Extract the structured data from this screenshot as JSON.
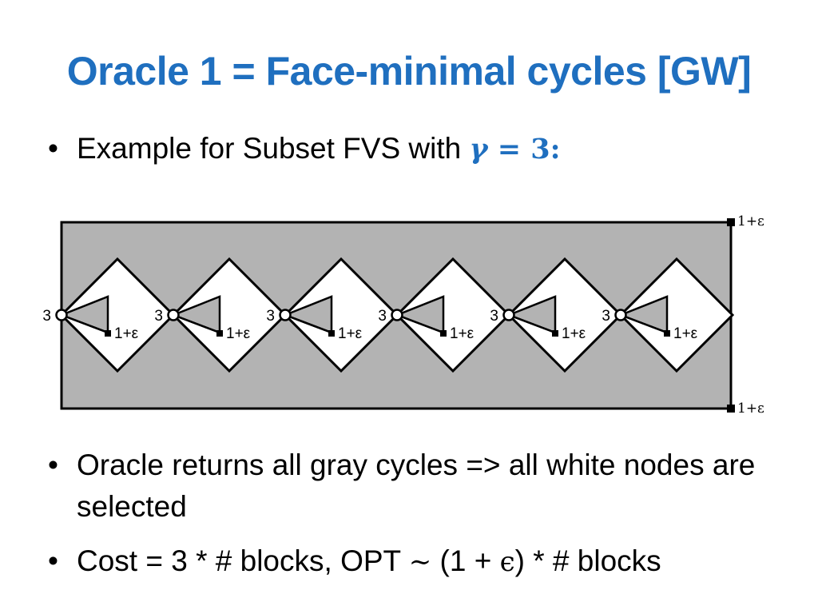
{
  "title": "Oracle 1 = Face-minimal cycles [GW]",
  "bullet_marker": "•",
  "bullet1": {
    "text": "Example for Subset FVS with ",
    "math_var": "γ",
    "math_rest": " = 3:"
  },
  "bullet2": {
    "text": "Oracle returns all gray cycles => all white nodes are selected"
  },
  "bullet3": {
    "text_a": "Cost = 3 * # blocks, OPT ",
    "sim": "∼",
    "text_b": " (1 + ",
    "eps": "ϵ",
    "text_c": ") * # blocks"
  },
  "figure": {
    "white_node_label": "3",
    "black_node_label": "1+ε",
    "corner_top_label": "1+ε",
    "corner_bottom_label": "1+ε",
    "block_count": 6,
    "colors": {
      "gray": "#b3b3b3",
      "white": "#ffffff",
      "stroke": "#000000"
    }
  }
}
